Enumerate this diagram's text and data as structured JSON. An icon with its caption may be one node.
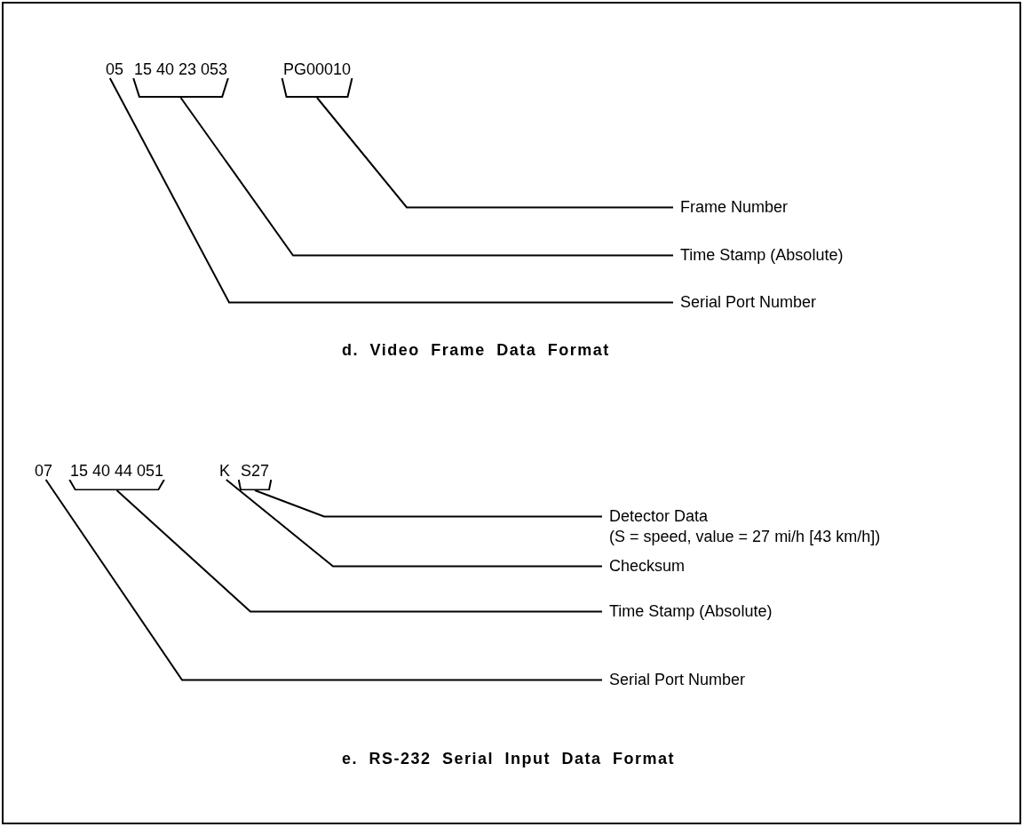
{
  "diagram": {
    "nodes": [
      {
        "text": [
          "05"
        ]
      },
      {
        "text": [
          "15 40 23 053"
        ]
      },
      {
        "text": [
          "PG00010"
        ]
      },
      {
        "text": [
          "Frame Number"
        ]
      },
      {
        "text": [
          "Time Stamp (Absolute)"
        ]
      },
      {
        "text": [
          "Serial Port Number"
        ]
      },
      {
        "text": [
          "07"
        ]
      },
      {
        "text": [
          "15 40 44 051"
        ]
      },
      {
        "text": [
          "K"
        ]
      },
      {
        "text": [
          "S27"
        ]
      },
      {
        "text": [
          "Detector Data",
          "(S = speed, value = 27 mi/h [43 km/h])"
        ]
      },
      {
        "text": [
          "Checksum"
        ]
      },
      {
        "text": [
          "Time Stamp (Absolute)"
        ]
      },
      {
        "text": [
          "Serial Port Number"
        ]
      }
    ],
    "edges": [
      {
        "from": 3,
        "to": 2,
        "arrow": "none"
      },
      {
        "from": 4,
        "to": 1,
        "arrow": "none"
      },
      {
        "from": 5,
        "to": 0,
        "arrow": "none"
      },
      {
        "from": 10,
        "to": 9,
        "arrow": "none"
      },
      {
        "from": 11,
        "to": 8,
        "arrow": "none"
      },
      {
        "from": 12,
        "to": 7,
        "arrow": "none"
      },
      {
        "from": 13,
        "to": 6,
        "arrow": "none"
      }
    ],
    "labels": [
      "d. Video Frame Data Format",
      "e. RS-232 Serial Input Data Format"
    ]
  }
}
